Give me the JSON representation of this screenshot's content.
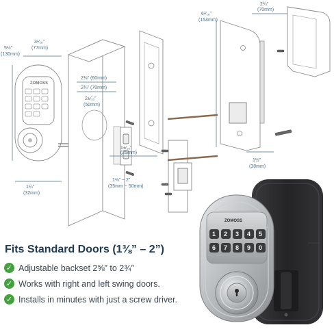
{
  "headline": "Fits Standard Doors (1⅜” – 2”)",
  "features": [
    {
      "icon": "check-circle-icon",
      "text": "Adjustable backset 2⅝” to 2¾”"
    },
    {
      "icon": "check-circle-icon",
      "text": "Works with right and left swing doors."
    },
    {
      "icon": "check-circle-icon",
      "text": "Installs in minutes with just a screw driver."
    }
  ],
  "brand": "ZOMOSS",
  "keypad": [
    "1",
    "2",
    "3",
    "4",
    "5",
    "6",
    "7",
    "8",
    "9",
    "0"
  ],
  "exploded_brand": "ZOMOSS",
  "dimensions": {
    "height_outer": "5½”",
    "height_outer_mm": "(130mm)",
    "width_outer": "3¹⁄₁₆”",
    "width_outer_mm": "(77mm)",
    "depth_outer": "1¼”",
    "depth_outer_mm": "(32mm)",
    "backset_long": "2¾” (70mm)",
    "backset_short": "2⅜” (60mm)",
    "bore": "2±⁄₁₆”",
    "bore_mm": "(50mm)",
    "bore_small": "1±⁄₁₆”",
    "bore_small_mm": "(25mm)",
    "door_thickness": "1⅜” ~ 2”",
    "door_thickness_mm": "(35mm ~ 50mm)",
    "height_inner": "6¹⁄₁₆”",
    "height_inner_mm": "(154mm)",
    "width_inner": "2¾”",
    "width_inner_mm": "(70mm)",
    "depth_inner": "1½”",
    "depth_inner_mm": "(38mm)"
  },
  "colors": {
    "headline": "#1e3a4f",
    "check": "#45a13f",
    "dimension": "#4a6f86",
    "satin_nickel": "#b9bcbf",
    "matte_black": "#2b2b2d"
  }
}
